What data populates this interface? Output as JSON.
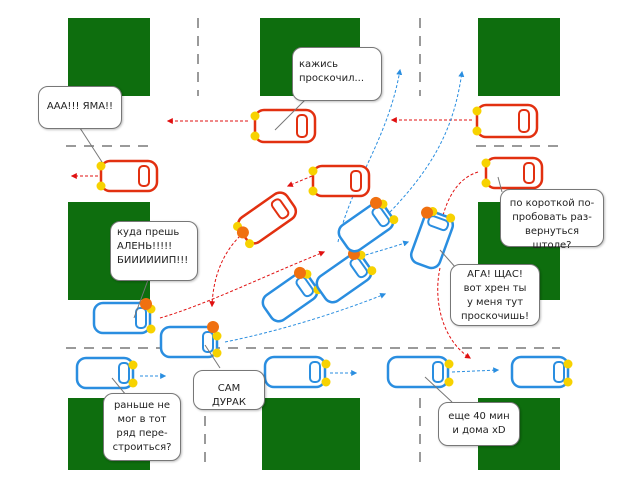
{
  "colors": {
    "grass": "#0e6e0e",
    "road_line": "#9a9a9a",
    "red_car": "#e23010",
    "blue_car": "#2a8ee0",
    "headlight": "#f7d200",
    "brake_light": "#f07010",
    "red_arrow": "#e01010",
    "blue_arrow": "#2a8ee0"
  },
  "bubbles": {
    "top_center": "кажись\nпроскочил...",
    "top_left": "ААА!!! ЯМА!!",
    "mid_left": "куда прешь\nАЛЕНЬ!!!!!\nБИИИИИИП!!!",
    "right_top": "по короткой по-\nпробовать раз-\nвернуться штоле?",
    "right_mid": "АГА! ЩАС!\nвот хрен ты\nу меня тут\nпроскочишь!",
    "center": "САМ ДУРАК",
    "bottom_left": "раньше не\nмог в тот\nряд пере-\nстроиться?",
    "bottom_right": "еще 40 мин\nи дома xD"
  }
}
